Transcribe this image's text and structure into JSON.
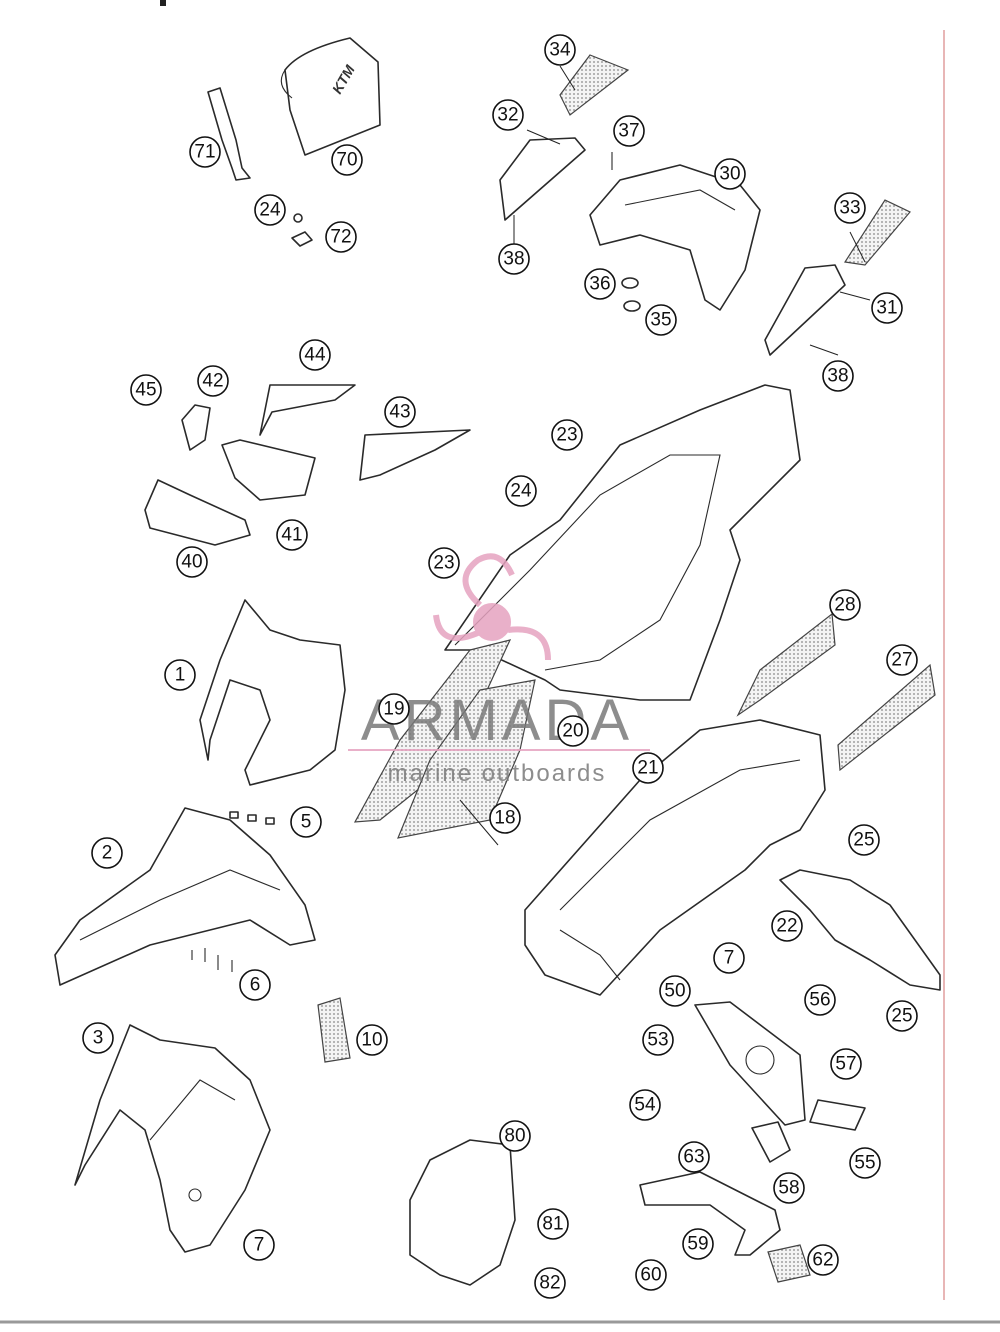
{
  "callouts": [
    "1",
    "2",
    "3",
    "5",
    "6",
    "7",
    "7",
    "10",
    "18",
    "19",
    "20",
    "21",
    "22",
    "23",
    "23",
    "24",
    "24",
    "25",
    "25",
    "27",
    "28",
    "30",
    "31",
    "32",
    "33",
    "34",
    "35",
    "36",
    "37",
    "38",
    "38",
    "40",
    "41",
    "42",
    "43",
    "44",
    "45",
    "50",
    "53",
    "54",
    "55",
    "56",
    "57",
    "58",
    "59",
    "60",
    "62",
    "63",
    "70",
    "71",
    "72",
    "80",
    "81",
    "82"
  ],
  "watermark": {
    "brand": "ARMADA",
    "tagline": "marine outboards",
    "logo_color": "#e6a3c0"
  },
  "colors": {
    "line": "#2a2a2a",
    "page_border": "#e8b6b6"
  }
}
